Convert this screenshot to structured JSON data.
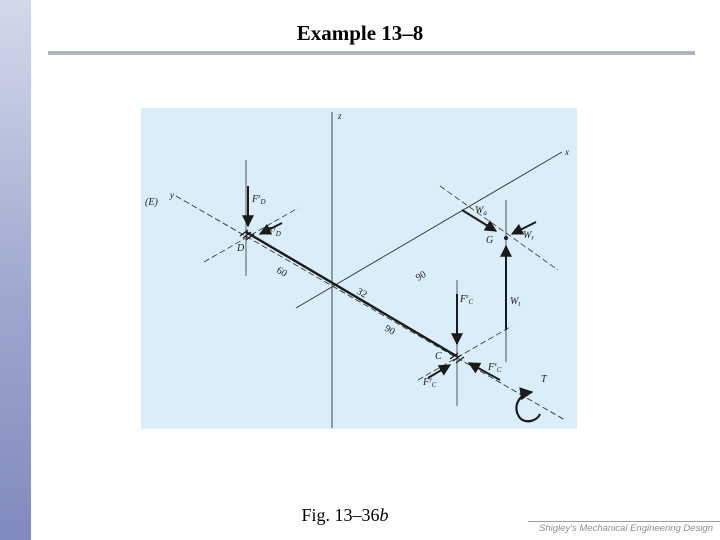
{
  "slide": {
    "title": "Example 13–8",
    "caption_prefix": "Fig. 13–36",
    "caption_suffix": "b",
    "footer": "Shigley's Mechanical Engineering Design"
  },
  "diagram": {
    "view_label": "(E)",
    "axes": {
      "x": "x",
      "y": "y",
      "z": "z"
    },
    "points": {
      "D": "D",
      "C": "C",
      "G": "G"
    },
    "torque": "T",
    "dimensions": {
      "d1": "60",
      "d2": "32",
      "d3": "90",
      "d4": "90"
    },
    "forces": {
      "FzD": {
        "main": "F",
        "sup": "z",
        "sub": "D"
      },
      "FyD": {
        "main": "F",
        "sup": "y",
        "sub": "D"
      },
      "FzC": {
        "main": "F",
        "sup": "z",
        "sub": "C"
      },
      "FyC": {
        "main": "F",
        "sup": "y",
        "sub": "C"
      },
      "FxC": {
        "main": "F",
        "sup": "x",
        "sub": "C"
      },
      "Wa": {
        "main": "W",
        "sub": "a"
      },
      "Wr": {
        "main": "W",
        "sub": "r"
      },
      "Wt": {
        "main": "W",
        "sub": "t"
      }
    },
    "colors": {
      "panel": "#daeefa",
      "ink": "#1a1a1a"
    }
  }
}
